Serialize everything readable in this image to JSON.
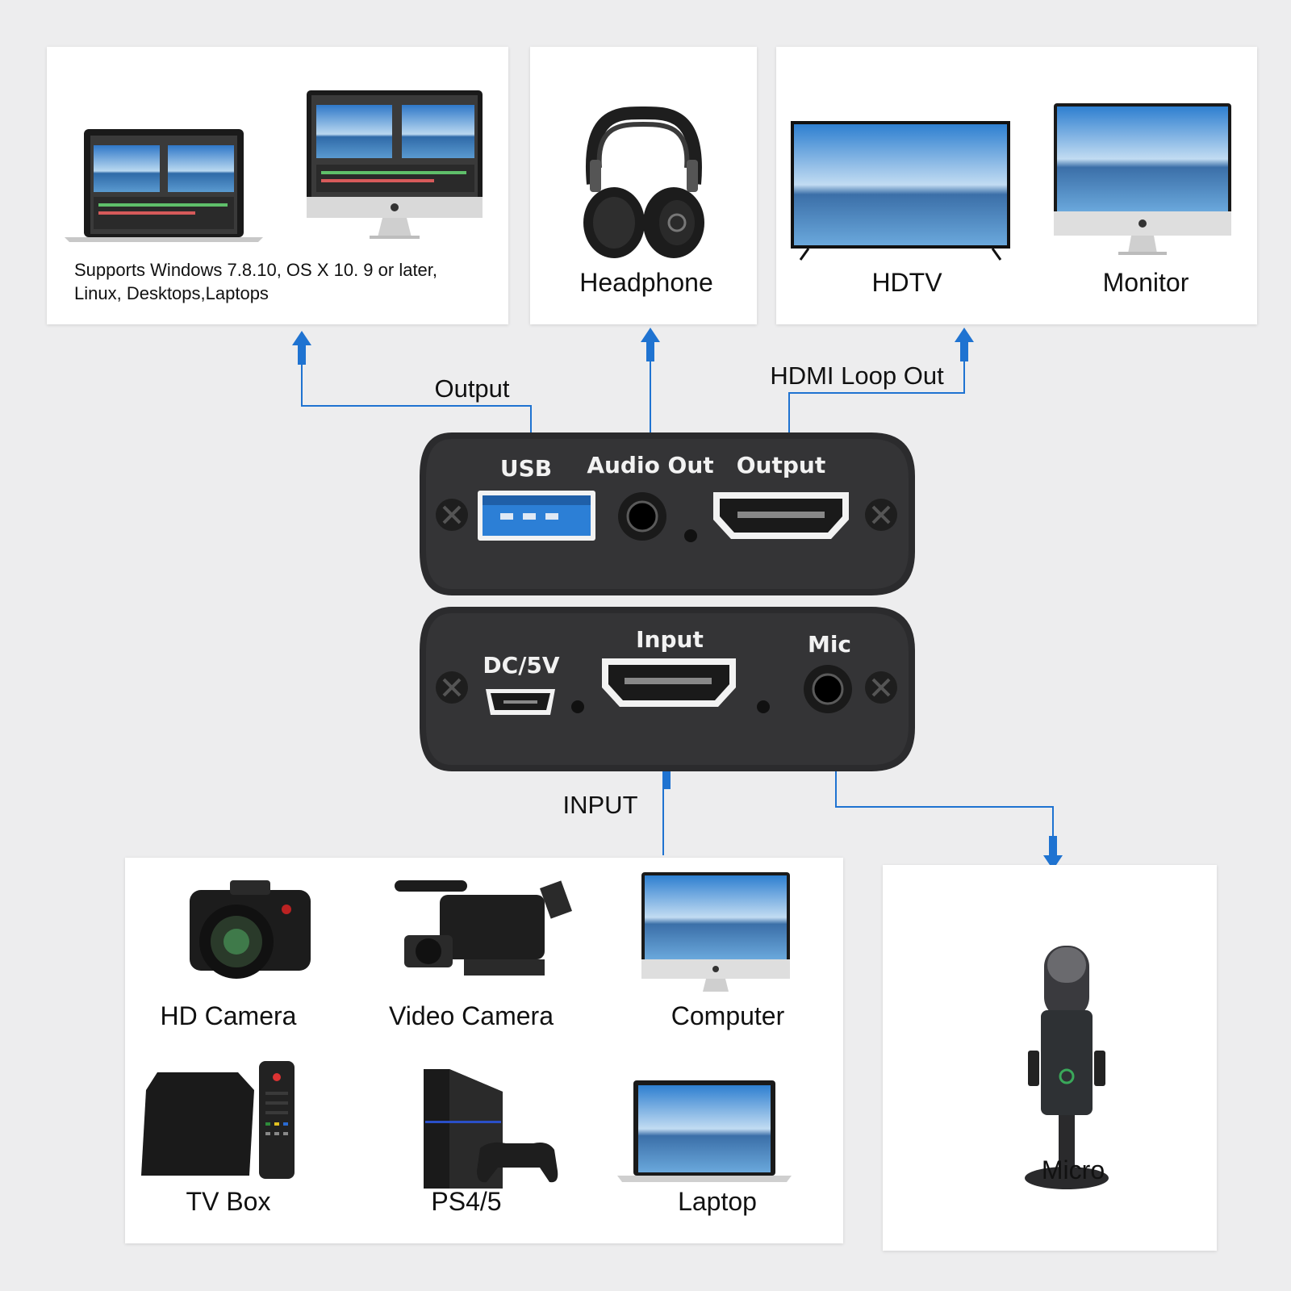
{
  "colors": {
    "background": "#ededee",
    "card": "#ffffff",
    "accent": "#1f73d1",
    "device": "#2b2b2d"
  },
  "top_cards": {
    "computer_support_text": [
      "Supports Windows 7.8.10, OS X 10. 9 or later,",
      "Linux, Desktops,Laptops"
    ],
    "headphone_label": "Headphone",
    "hdtv_label": "HDTV",
    "monitor_label": "Monitor"
  },
  "flow_labels": {
    "output": "Output",
    "hdmi_loop_out": "HDMI Loop Out",
    "input": "INPUT"
  },
  "device_top": {
    "usb": "USB",
    "audio_out": "Audio Out",
    "output": "Output"
  },
  "device_bottom": {
    "dc5v": "DC/5V",
    "input": "Input",
    "mic": "Mic"
  },
  "input_sources": {
    "hd_camera": "HD Camera",
    "video_camera": "Video Camera",
    "computer": "Computer",
    "tv_box": "TV Box",
    "ps45": "PS4/5",
    "laptop": "Laptop"
  },
  "mic_card": {
    "label": "Micro"
  },
  "icons": [
    "laptop-icon",
    "imac-icon",
    "headphone-icon",
    "hdtv-icon",
    "monitor-icon",
    "hd-camera-icon",
    "video-camera-icon",
    "computer-icon",
    "tv-box-icon",
    "ps-console-icon",
    "laptop-icon",
    "microphone-icon"
  ]
}
